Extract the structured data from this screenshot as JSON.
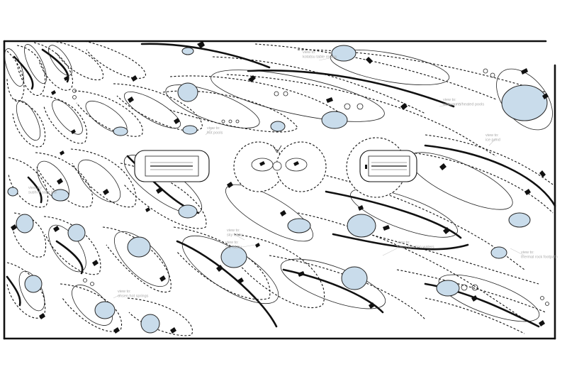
{
  "labels": [
    {
      "id": "kotatsu",
      "lines": [
        "view to:",
        "kotatsu table rooms"
      ]
    },
    {
      "id": "heated-pools",
      "lines": [
        "view to:",
        "wet sauna/heated pools"
      ]
    },
    {
      "id": "hot-pools",
      "lines": [
        "view to:",
        "hot pools"
      ]
    },
    {
      "id": "ice-pond",
      "lines": [
        "view to:",
        "ice pond"
      ]
    },
    {
      "id": "sushi",
      "lines": [
        "view to:",
        "sushi + sake bar"
      ]
    },
    {
      "id": "sky-lobby-1",
      "lines": [
        "view to:",
        "sky lobby"
      ]
    },
    {
      "id": "sky-lobby-2",
      "lines": [
        "view to:",
        "sky lobby"
      ]
    },
    {
      "id": "furo",
      "lines": [
        "view to:",
        "furo relaxation waters"
      ]
    },
    {
      "id": "thermal",
      "lines": [
        "view to:",
        "thermal rock footpath"
      ]
    },
    {
      "id": "onsen",
      "lines": [
        "view to:",
        "onsen hot springs"
      ]
    }
  ],
  "colors": {
    "pool": "#c9dceb",
    "ink": "#111111",
    "label": "#a9a9a9",
    "background": "#ffffff"
  }
}
